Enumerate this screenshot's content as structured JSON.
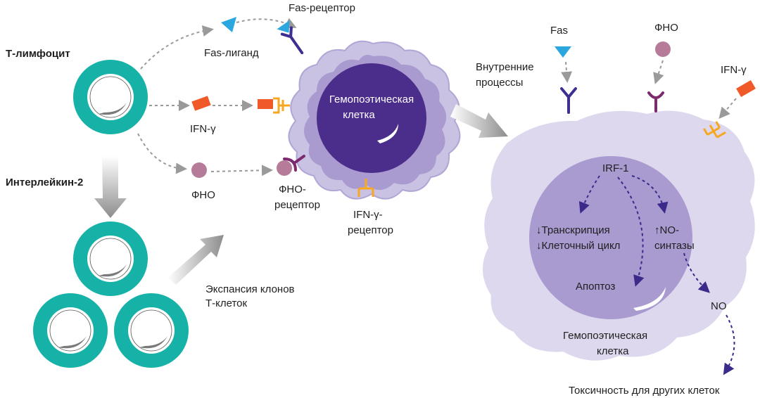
{
  "colors": {
    "teal": "#17b2a7",
    "cell_outer": "#c9c2e2",
    "cell_mid": "#a99ad0",
    "nucleus_dark": "#4b2d8c",
    "receptor_blue": "#3d2f8f",
    "orange": "#f05a28",
    "yellow": "#f7a823",
    "mauve": "#b57b98",
    "purple_receptor": "#7c2a6e",
    "arrow_gray": "#9a9a9a",
    "arrow_purple": "#3b2a8a",
    "triangle_blue": "#2aa7df"
  },
  "left": {
    "t_lymphocyte": "Т-лимфоцит",
    "interleukin": "Интерлейкин-2",
    "expansion_line1": "Экспансия клонов",
    "expansion_line2": "Т-клеток",
    "fas_receptor": "Fas-рецептор",
    "fas_ligand": "Fas-лиганд",
    "ifn_gamma": "IFN-γ",
    "fno": "ФНО",
    "fno_receptor_line1": "ФНО-",
    "fno_receptor_line2": "рецептор",
    "ifn_receptor_line1": "IFN-γ-",
    "ifn_receptor_line2": "рецептор",
    "cell_line1": "Гемопоэтическая",
    "cell_line2": "клетка"
  },
  "right": {
    "internal_line1": "Внутренние",
    "internal_line2": "процессы",
    "fas": "Fas",
    "fno": "ФНО",
    "ifn_gamma": "IFN-γ",
    "irf": "IRF-1",
    "transcription": "↓Транскрипция",
    "cell_cycle": "↓Клеточный цикл",
    "no_synthase_line1": "↑NO-",
    "no_synthase_line2": "синтазы",
    "apoptosis": "Апоптоз",
    "no": "NO",
    "cell_line1": "Гемопоэтическая",
    "cell_line2": "клетка",
    "toxicity": "Токсичность для других клеток"
  }
}
